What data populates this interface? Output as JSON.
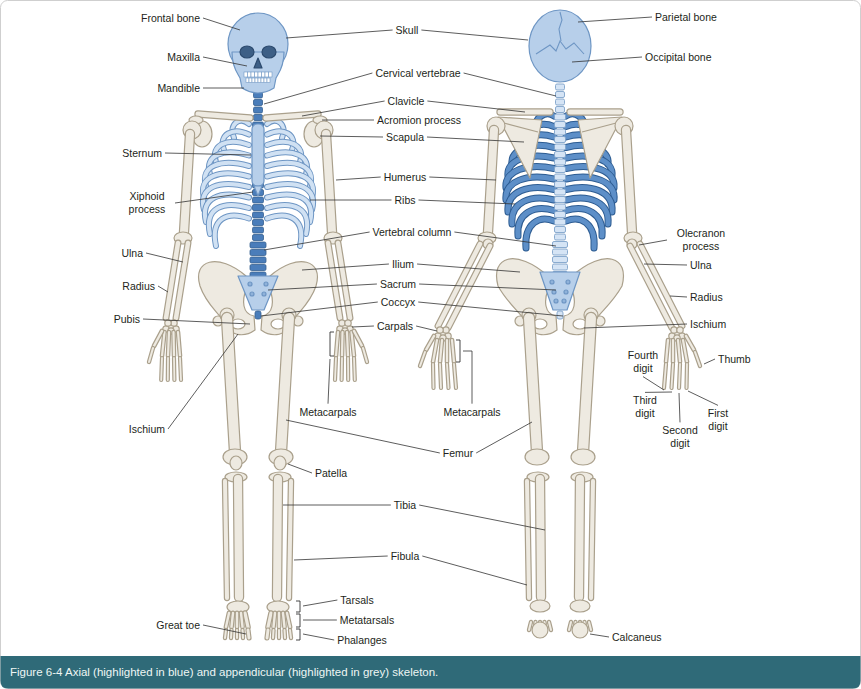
{
  "diagram": {
    "caption": "Figure 6-4 Axial (highlighted in blue) and appendicular (highlighted in grey) skeleton.",
    "labels": [
      "Frontal bone",
      "Skull",
      "Parietal bone",
      "Maxilla",
      "Occipital bone",
      "Mandible",
      "Cervical vertebrae",
      "Clavicle",
      "Acromion process",
      "Scapula",
      "Sternum",
      "Humerus",
      "Xiphoid process",
      "Ribs",
      "Vertebral column",
      "Olecranon process",
      "Ulna",
      "Ilium",
      "Ulna",
      "Sacrum",
      "Radius",
      "Radius",
      "Coccyx",
      "Pubis",
      "Ischium",
      "Carpals",
      "Thumb",
      "Fourth digit",
      "Metacarpals",
      "Metacarpals",
      "Third digit",
      "First digit",
      "Second digit",
      "Ischium",
      "Femur",
      "Patella",
      "Tibia",
      "Fibula",
      "Tarsals",
      "Metatarsals",
      "Great toe",
      "Phalanges",
      "Calcaneus"
    ]
  }
}
